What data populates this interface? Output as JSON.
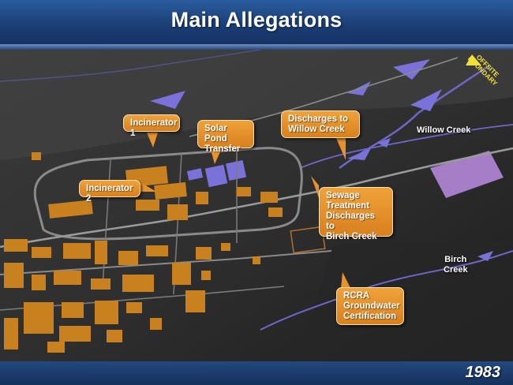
{
  "slide": {
    "title": "Main Allegations",
    "year": "1983"
  },
  "callouts": {
    "incinerator_1": "Incinerator 1",
    "incinerator_2": "Incinerator 2",
    "solar_pond_line1": "Solar Pond",
    "solar_pond_line2": "Transfer",
    "discharges_willow_line1": "Discharges to",
    "discharges_willow_line2": "Willow Creek",
    "sewage_line1": "Sewage",
    "sewage_line2": "Treatment",
    "sewage_line3": "Discharges to",
    "sewage_line4": "Birch Creek",
    "rcra_line1": "RCRA",
    "rcra_line2": "Groundwater",
    "rcra_line3": "Certification"
  },
  "map_labels": {
    "willow_creek": "Willow Creek",
    "birch_creek_line1": "Birch",
    "birch_creek_line2": "Creek",
    "offsite_line1": "OFFSITE",
    "offsite_line2": "BOUNDARY"
  },
  "colors": {
    "header_blue": "#1a3d74",
    "callout_orange": "#e8922c",
    "building_orange": "#c9801f",
    "water_purple": "#7a72d8",
    "offsite_area": "#b486d8",
    "boundary_yellow": "#f2e03a"
  }
}
